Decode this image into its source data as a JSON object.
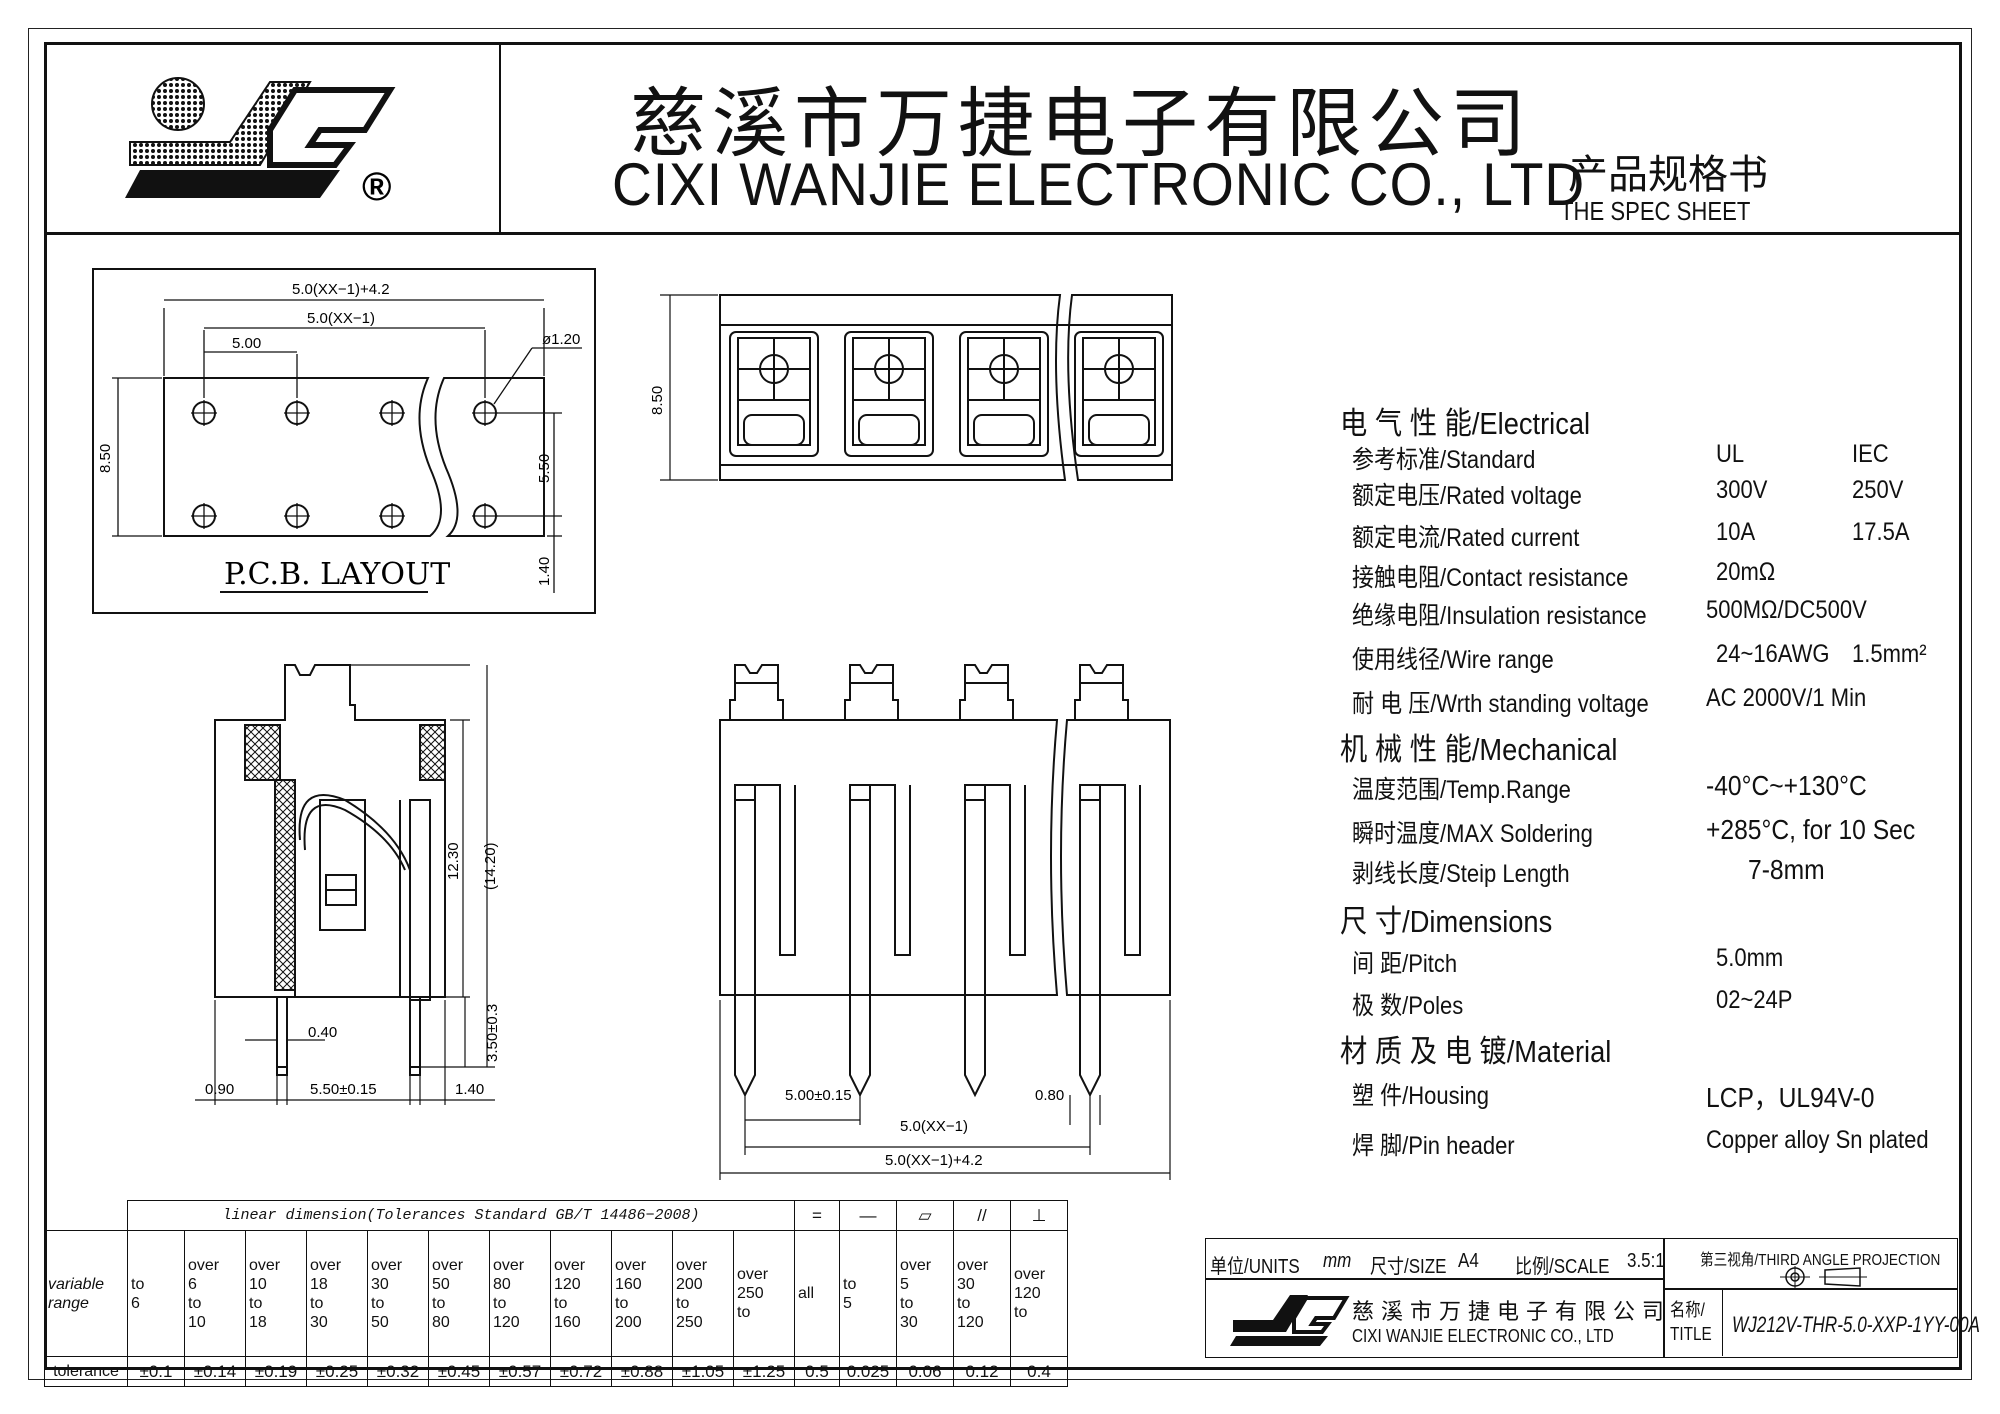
{
  "header": {
    "company_cn": "慈溪市万捷电子有限公司",
    "company_en": "CIXI  WANJIE  ELECTRONIC CO., LTD",
    "doc_cn": "产品规格书",
    "doc_en": "THE SPEC SHEET",
    "registered": "®"
  },
  "pcb": {
    "title": "P.C.B.  LAYOUT",
    "dim_total": "5.0(XX−1)+4.2",
    "dim_span": "5.0(XX−1)",
    "dim_pitch": "5.00",
    "dim_hole": "ø1.20",
    "dim_height": "8.50",
    "dim_row": "5.50",
    "dim_edge": "1.40"
  },
  "top_view": {
    "dim_height": "8.50"
  },
  "side_view": {
    "dim_1230": "12.30",
    "dim_1420": "(14.20)",
    "dim_350": "3.50±0.3",
    "dim_040": "0.40",
    "dim_090": "0.90",
    "dim_550": "5.50±0.15",
    "dim_140": "1.40"
  },
  "front_view": {
    "dim_pitch": "5.00±0.15",
    "dim_080": "0.80",
    "dim_span": "5.0(XX−1)",
    "dim_total": "5.0(XX−1)+4.2"
  },
  "specs": [
    {
      "label": "电 气 性 能/Electrical",
      "heading": true
    },
    {
      "label": "参考标准/Standard",
      "v1": "UL",
      "v2": "IEC"
    },
    {
      "label": "额定电压/Rated voltage",
      "v1": "300V",
      "v2": "250V"
    },
    {
      "label": "额定电流/Rated current",
      "v1": "10A",
      "v2": "17.5A"
    },
    {
      "label": "接触电阻/Contact resistance",
      "v1": "20mΩ",
      "v2": ""
    },
    {
      "label": "绝缘电阻/Insulation resistance",
      "v1": "500MΩ/DC500V",
      "v2": ""
    },
    {
      "label": "使用线径/Wire range",
      "v1": "24~16AWG",
      "v2": "1.5mm²"
    },
    {
      "label": "耐 电 压/Wrth standing voltage",
      "v1": "AC 2000V/1 Min",
      "v2": ""
    },
    {
      "label": "机 械 性 能/Mechanical",
      "heading": true
    },
    {
      "label": "温度范围/Temp.Range",
      "v1": "-40°C~+130°C",
      "v2": ""
    },
    {
      "label": "瞬时温度/MAX Soldering",
      "v1": "+285°C, for 10 Sec",
      "v2": ""
    },
    {
      "label": "剥线长度/Steip Length",
      "v1": "7-8mm",
      "v2": ""
    },
    {
      "label": "尺      寸/Dimensions",
      "heading": true
    },
    {
      "label": "间 距/Pitch",
      "v1": "5.0mm",
      "v2": ""
    },
    {
      "label": "极 数/Poles",
      "v1": "02~24P",
      "v2": ""
    },
    {
      "label": "材 质 及 电 镀/Material",
      "heading": true
    },
    {
      "label": "塑 件/Housing",
      "v1": "LCP，UL94V-0",
      "v2": ""
    },
    {
      "label": "焊 脚/Pin header",
      "v1": "Copper alloy  Sn plated",
      "v2": ""
    }
  ],
  "tolerance": {
    "caption": "linear  dimension(Tolerances  Standard  GB/T  14486−2008)",
    "row_label_range": "variable range",
    "row_label_tol": "tolerance",
    "linear_ranges": [
      "to 6",
      "over 6 to 10",
      "over 10 to 18",
      "over 18 to 30",
      "over 30 to 50",
      "over 50 to 80",
      "over 80 to 120",
      "over 120 to 160",
      "over 160 to 200",
      "over 200 to 250",
      "over 250 to"
    ],
    "linear_values": [
      "±0.1",
      "±0.14",
      "±0.19",
      "±0.25",
      "±0.32",
      "±0.45",
      "±0.57",
      "±0.72",
      "±0.88",
      "±1.05",
      "±1.25"
    ],
    "geo_symbols": [
      "=",
      "—",
      "▱",
      "//",
      "⊥"
    ],
    "geo_ranges": [
      "all",
      "to 5",
      "over 5 to 30",
      "over 30 to 120",
      "over 120 to"
    ],
    "geo_values": [
      "0.5",
      "0.025",
      "0.06",
      "0.12",
      "0.4"
    ]
  },
  "title_block": {
    "units_label": "单位/UNITS",
    "units_value": "mm",
    "size_label": "尺寸/SIZE",
    "size_value": "A4",
    "scale_label": "比例/SCALE",
    "scale_value": "3.5:1",
    "projection": "第三视角/THIRD ANGLE PROJECTION",
    "company_cn": "慈 溪 市 万 捷 电 子 有 限 公 司",
    "company_en": "CIXI  WANJIE  ELECTRONIC CO., LTD",
    "name_label": "名称/",
    "title_label": "TITLE",
    "part_number": "WJ212V-THR-5.0-XXP-1YY-00A"
  }
}
